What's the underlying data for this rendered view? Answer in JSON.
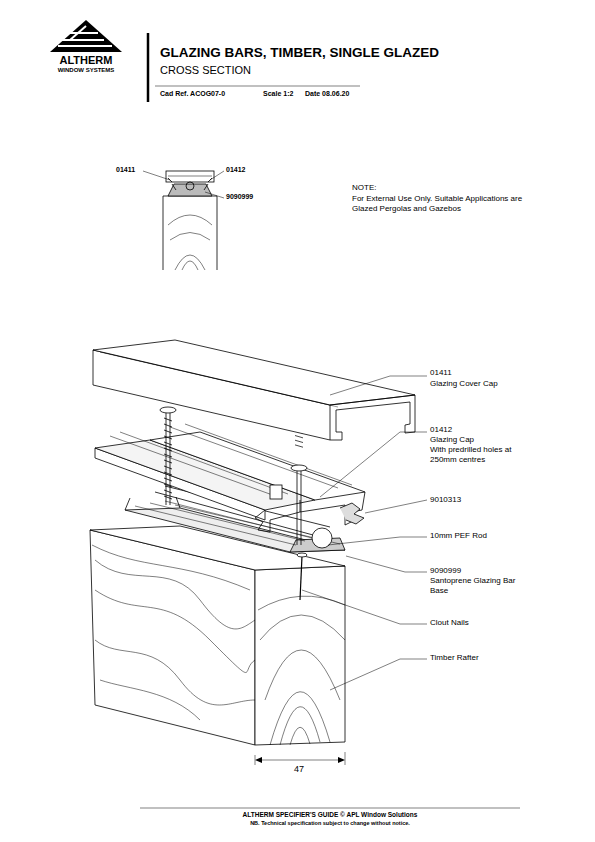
{
  "diagram": {
    "title": "GLAZING BARS, TIMBER, SINGLE GLAZED",
    "labels": [
      "ALTHERM",
      "WINDOW SYSTEMS",
      "CROSS SECTION",
      "Cad Ref. ACOG07-0",
      "Scale 1:2",
      "Date 08.06.20",
      "01411",
      "01412",
      "9090999",
      "NOTE:",
      "For External Use Only. Suitable Applications are Glazed Pergolas and Gazebos",
      "01411",
      "Glazing Cover Cap",
      "01412",
      "Glazing Cap",
      "With predrilled holes at 250mm centres",
      "9010313",
      "10mm PEF Rod",
      "9090999",
      "Santoprene Glazing Bar Base",
      "Clout Nails",
      "Timber Rafter",
      "47",
      "ALTHERM SPECIFIER'S GUIDE © APL Window Solutions",
      "NB. Technical specification subject to change without notice."
    ]
  }
}
